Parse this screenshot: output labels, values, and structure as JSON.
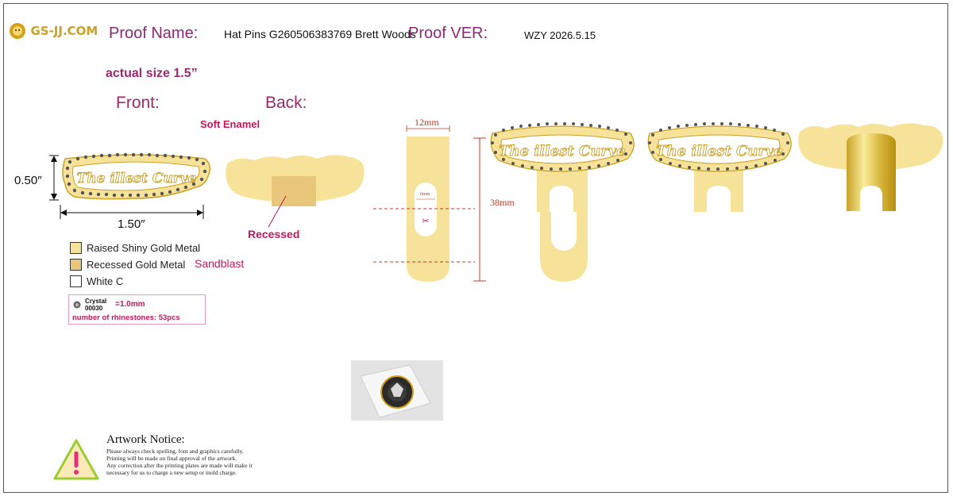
{
  "header": {
    "logo_text": "GS-JJ.COM",
    "proof_name_label": "Proof Name:",
    "proof_name_value": "Hat Pins G260506383769 Brett Woods",
    "proof_ver_label": "Proof VER:",
    "proof_ver_value": "WZY 2026.5.15"
  },
  "actual_size": "actual size  1.5”",
  "front_label": "Front:",
  "back_label": "Back:",
  "enamel_type": "Soft Enamel",
  "pin_text": "The illest Curve",
  "dimensions": {
    "height": "0.50″",
    "width": "1.50″"
  },
  "recessed_label": "Recessed",
  "legend": [
    {
      "label": "Raised Shiny Gold Metal",
      "color": "#f7e29a",
      "extra": ""
    },
    {
      "label": "Recessed  Gold Metal",
      "color": "#e8c67a",
      "extra": "Sandblast"
    },
    {
      "label": "White C",
      "color": "#ffffff",
      "extra": ""
    }
  ],
  "crystal": {
    "name": "Crystal",
    "code": "00030",
    "size": "=1.0mm",
    "count_text": "number of rhinestones: 53pcs"
  },
  "clip_dims": {
    "width": "12mm",
    "hole": "6mm",
    "height": "38mm"
  },
  "notice": {
    "title": "Artwork Notice:",
    "lines": [
      "Please always check spelling, font and graphics carefully.",
      "Printing will be made on final approval of the artwork.",
      "Any correction after the printing plates are made will make it",
      "necessary for us to charge a new setup or mold charge."
    ]
  },
  "colors": {
    "gold": "#f7e29a",
    "recessed": "#e8c67a",
    "brand": "#8b2a73",
    "magenta": "#c2185b",
    "dim_red": "#c0392b"
  }
}
